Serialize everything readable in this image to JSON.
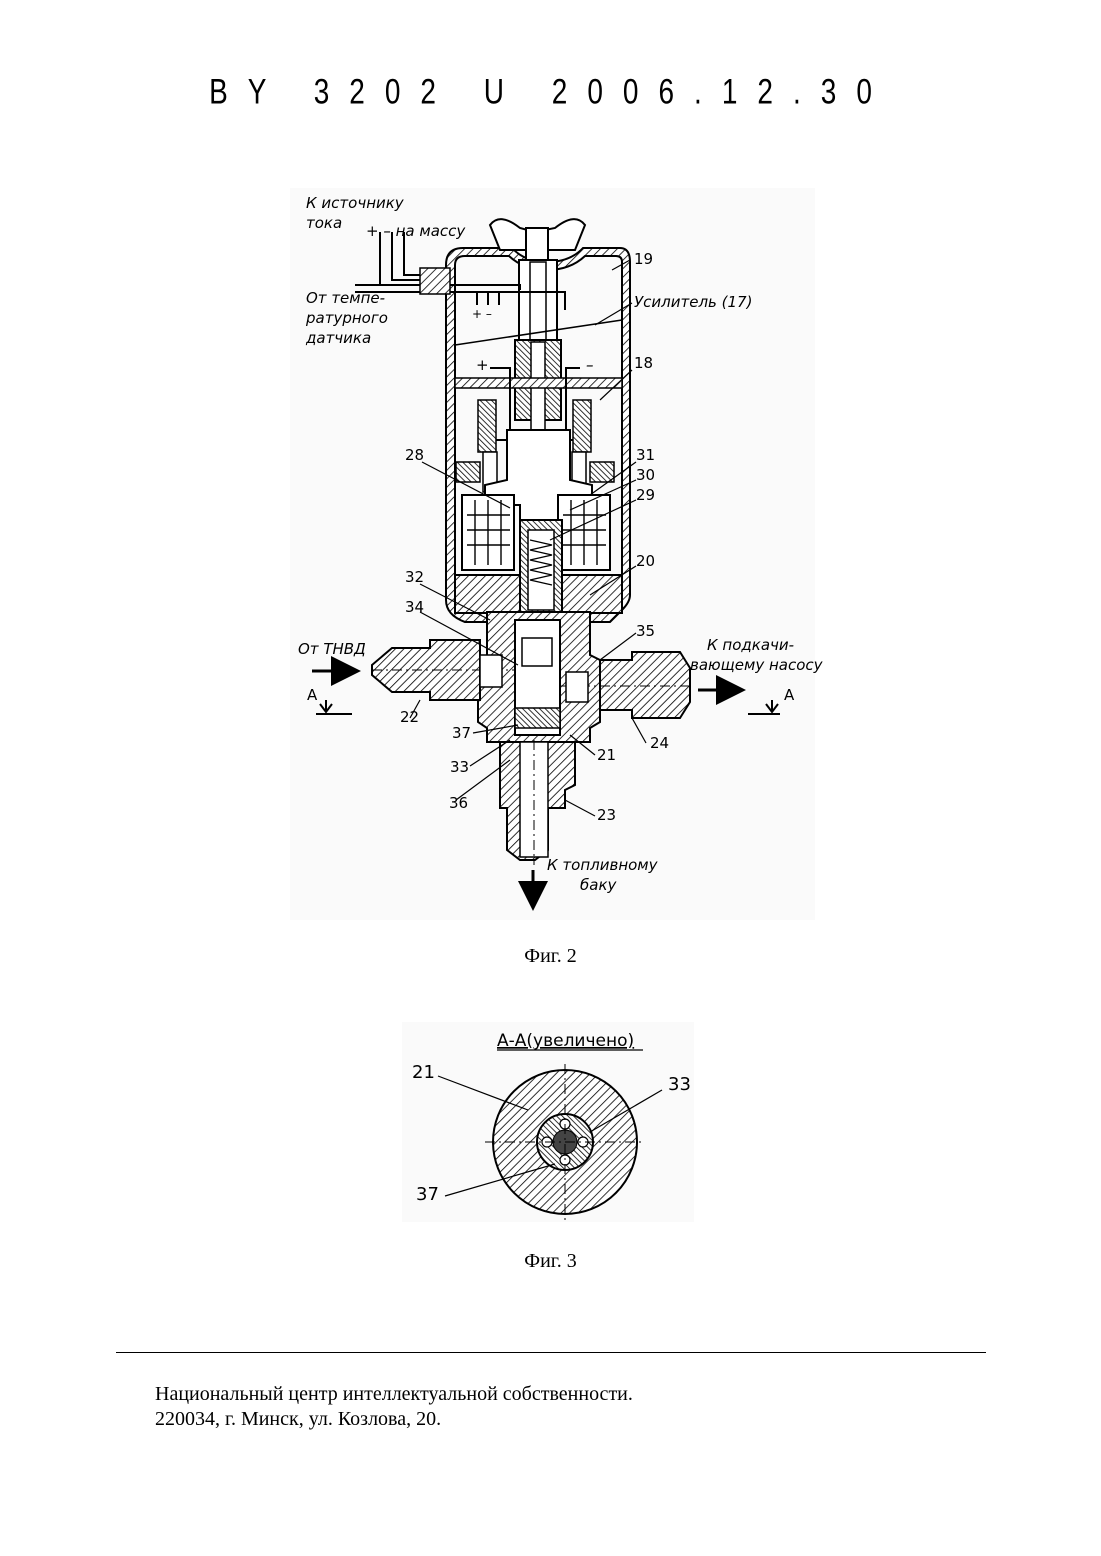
{
  "header": {
    "code": "BY 3202 U 2006.12.30"
  },
  "figure2": {
    "caption": "Фиг. 2",
    "labels": {
      "source_line1": "К источнику",
      "source_line2": "тока",
      "polarity": "+ – на массу",
      "temp_line1": "От темпе-",
      "temp_line2": "ратурного",
      "temp_line3": "датчика",
      "amplifier": "Усилитель (17)",
      "plus": "+",
      "minus": "–",
      "plus_minus": "+ –",
      "from_pump": "От ТНВД",
      "to_pump_line1": "К подкачи-",
      "to_pump_line2": "вающему насосу",
      "to_tank_line1": "К топливному",
      "to_tank_line2": "баку",
      "section_a_left": "А",
      "section_a_right": "А"
    },
    "numbers": {
      "n19": "19",
      "n18": "18",
      "n28": "28",
      "n31": "31",
      "n30": "30",
      "n29": "29",
      "n20": "20",
      "n32": "32",
      "n34": "34",
      "n35": "35",
      "n22": "22",
      "n24": "24",
      "n37": "37",
      "n21": "21",
      "n33": "33",
      "n36": "36",
      "n23": "23"
    }
  },
  "figure3": {
    "caption": "Фиг. 3",
    "title": "А-А(увеличено)",
    "numbers": {
      "n21": "21",
      "n33": "33",
      "n37": "37"
    }
  },
  "footer": {
    "line1": "Национальный центр интеллектуальной собственности.",
    "line2": "220034, г. Минск, ул. Козлова, 20."
  }
}
